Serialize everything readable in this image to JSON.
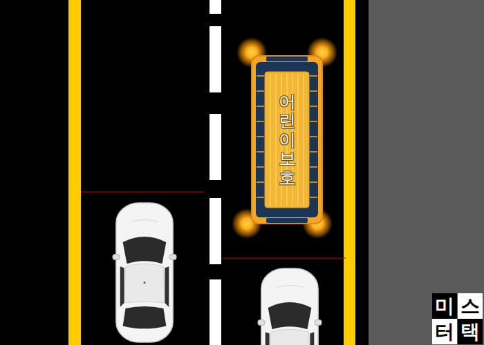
{
  "diagram": {
    "nodes": [
      {
        "text": [
          "어린이보호"
        ]
      }
    ],
    "labels": [
      "미",
      "스",
      "터",
      "택"
    ]
  }
}
